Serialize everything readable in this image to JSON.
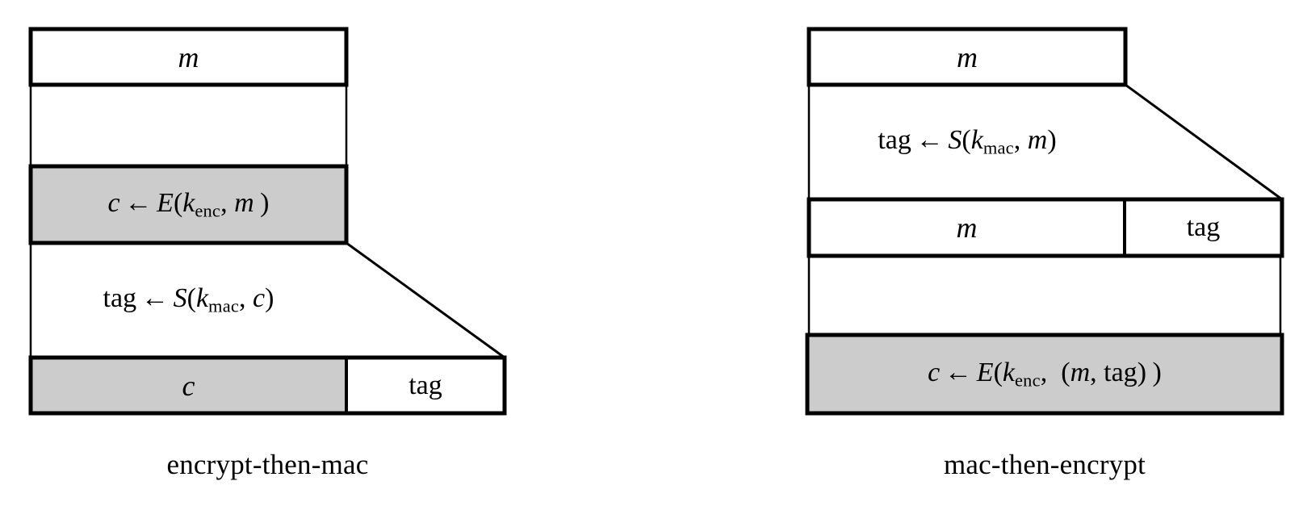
{
  "figure": {
    "title": "Authenticated encryption composition diagrams",
    "colors": {
      "background": "#ffffff",
      "stroke": "#000000",
      "shaded_fill": "#cccccc",
      "unshaded_fill": "#ffffff"
    }
  },
  "diagrams": [
    {
      "id": "encrypt-then-mac",
      "caption": "encrypt-then-mac",
      "rows": [
        {
          "name": "message-row",
          "cells": [
            {
              "label": "m",
              "shaded": false,
              "italic": true
            }
          ]
        },
        {
          "name": "encrypt-step-row",
          "cells": [
            {
              "label": "c ← E(k_enc, m )",
              "shaded": true
            }
          ]
        },
        {
          "name": "mac-step-row",
          "cells": [
            {
              "label": "tag ← S(k_mac, c)",
              "shaded": false
            }
          ]
        },
        {
          "name": "output-row",
          "cells": [
            {
              "label": "c",
              "shaded": true,
              "italic": true
            },
            {
              "label": "tag",
              "shaded": false,
              "italic": false
            }
          ]
        }
      ],
      "expressions": {
        "encrypt": {
          "result": "c",
          "arrow": "←",
          "fn": "E",
          "key": "k",
          "key_sub": "enc",
          "arg": "m"
        },
        "mac": {
          "result": "tag",
          "arrow": "←",
          "fn": "S",
          "key": "k",
          "key_sub": "mac",
          "arg": "c"
        }
      }
    },
    {
      "id": "mac-then-encrypt",
      "caption": "mac-then-encrypt",
      "rows": [
        {
          "name": "message-row",
          "cells": [
            {
              "label": "m",
              "shaded": false,
              "italic": true
            }
          ]
        },
        {
          "name": "mac-step-row",
          "cells": [
            {
              "label": "tag ← S(k_mac, m)",
              "shaded": false
            }
          ]
        },
        {
          "name": "intermediate-row",
          "cells": [
            {
              "label": "m",
              "shaded": false,
              "italic": true
            },
            {
              "label": "tag",
              "shaded": false,
              "italic": false
            }
          ]
        },
        {
          "name": "encrypt-step-row",
          "cells": [
            {
              "label": "c ← E(k_enc, (m, tag) )",
              "shaded": true
            }
          ]
        }
      ],
      "expressions": {
        "mac": {
          "result": "tag",
          "arrow": "←",
          "fn": "S",
          "key": "k",
          "key_sub": "mac",
          "arg": "m"
        },
        "encrypt": {
          "result": "c",
          "arrow": "←",
          "fn": "E",
          "key": "k",
          "key_sub": "enc",
          "arg": "(m, tag)"
        }
      }
    }
  ],
  "labels": {
    "etm_m": "m",
    "etm_c": "c",
    "etm_tag": "tag",
    "etm_enc_result": "c",
    "etm_enc_arrow": "←",
    "etm_enc_fn": "E",
    "etm_enc_key": "k",
    "etm_enc_key_sub": "enc",
    "etm_enc_arg": "m",
    "etm_mac_result": "tag",
    "etm_mac_arrow": "←",
    "etm_mac_fn": "S",
    "etm_mac_key": "k",
    "etm_mac_key_sub": "mac",
    "etm_mac_arg": "c",
    "mte_m_top": "m",
    "mte_m_mid": "m",
    "mte_tag": "tag",
    "mte_mac_result": "tag",
    "mte_mac_arrow": "←",
    "mte_mac_fn": "S",
    "mte_mac_key": "k",
    "mte_mac_key_sub": "mac",
    "mte_mac_arg": "m",
    "mte_enc_result": "c",
    "mte_enc_arrow": "←",
    "mte_enc_fn": "E",
    "mte_enc_key": "k",
    "mte_enc_key_sub": "enc",
    "mte_enc_arg_m": "m",
    "mte_enc_arg_tag": "tag",
    "caption_left": "encrypt-then-mac",
    "caption_right": "mac-then-encrypt"
  }
}
